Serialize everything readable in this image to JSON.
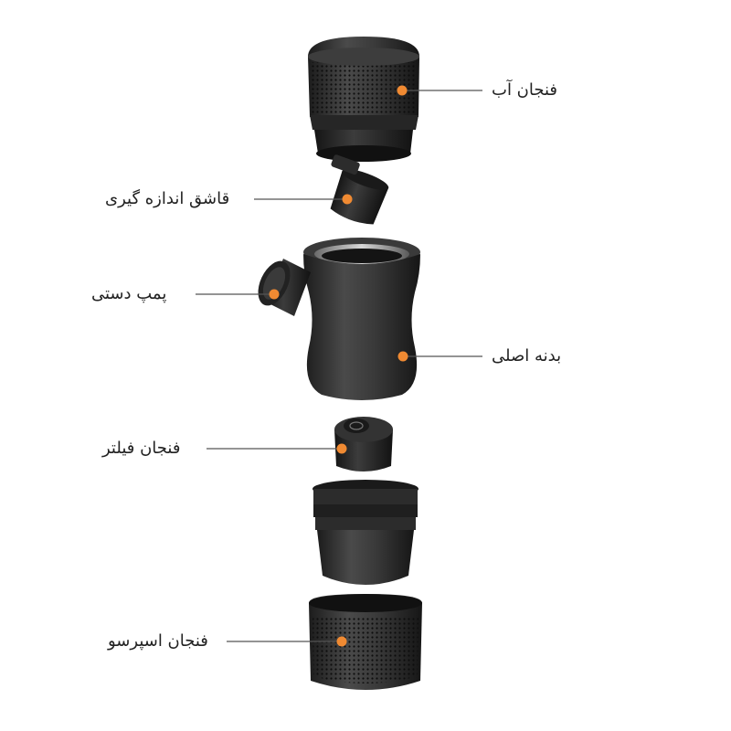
{
  "labels": {
    "water_cup": "فنجان آب",
    "measuring_scoop": "قاشق اندازه گیری",
    "hand_pump": "پمپ دستی",
    "main_body": "بدنه اصلی",
    "filter_cup": "فنجان فیلتر",
    "espresso_cup": "فنجان اسپرسو"
  },
  "colors": {
    "marker": "#f08a32",
    "leader_line": "#555555",
    "product": "#2b2b2b"
  }
}
